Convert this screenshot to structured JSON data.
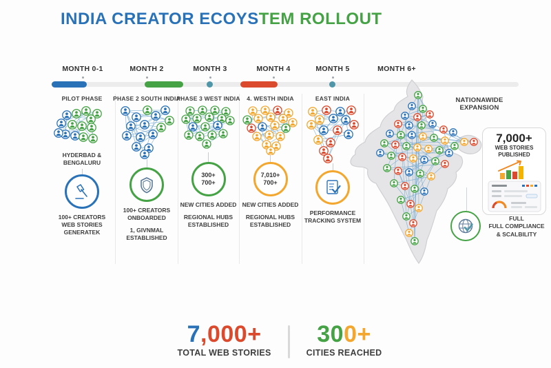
{
  "title": {
    "part_blue": "INDIA CREATOR ECOYS",
    "part_green": "TEM ROLLOUT"
  },
  "colors": {
    "blue": "#2a72b8",
    "green": "#45a245",
    "red": "#dc4a2d",
    "orange": "#f3a72f",
    "teal": "#4f96a8",
    "slate": "#5b7a99",
    "track": "#ececec",
    "edge": "#74a9cf",
    "gray_dot": "#9fa6ab",
    "map_fill": "#e5e5e7",
    "map_stroke": "#cfcfd3",
    "card_border": "#d8d8d8"
  },
  "timeline": {
    "months": [
      {
        "label": "MONTH 0-1"
      },
      {
        "label": "MONTH 2"
      },
      {
        "label": "MONTH 3"
      },
      {
        "label": "MONTH 4"
      },
      {
        "label": "MONTH 5"
      },
      {
        "label": "MONTH 6+"
      }
    ]
  },
  "columns": [
    {
      "phase": "PILOT PHASE",
      "location": "HYDERBAD & BENGALURU",
      "badge_icon": "gavel-icon",
      "caption": "100+ CREATORS WEB STORIES GENERATEK"
    },
    {
      "phase": "PHASE 2 SOUTH INDIA",
      "badge_icon": "shield-icon",
      "caption1": "100+ CREATORS ONBOARDED",
      "caption2": "1, GIVNMAL ESTABLISHED"
    },
    {
      "phase": "PHASE 3 WEST INDIA",
      "badge_line1": "300+",
      "badge_line2": "700+",
      "caption1": "NEW CITIES ADDED",
      "caption2": "REGIONAL HUBS ESTABLISHED"
    },
    {
      "phase": "4. WESTH INDIA",
      "badge_line1": "7,010+",
      "badge_line2": "700+",
      "caption1": "NEW CITIES ADDED",
      "caption2": "REGIONAL HUBS ESTABLISHED"
    },
    {
      "phase": "EAST INDIA",
      "badge_icon": "clipboard-check-icon",
      "caption": "PERFORMANCE TRACKING SYSTEM"
    }
  ],
  "expansion": {
    "header": "NATIONAWIDE EXPANSION",
    "stories_card": {
      "value": "7,000+",
      "label_line1": "WEB STORIES",
      "label_line2": "PUBLISHED"
    },
    "compliance": {
      "line1": "FULL",
      "line2": "FULL COMPLIANCE",
      "line3": "& SCALBILITY"
    }
  },
  "footer": {
    "stat1": {
      "value_part1": "7",
      "value_part2": ",000+",
      "label": "TOTAL WEB STORIES"
    },
    "stat2": {
      "value_part1": "30",
      "value_part2": "0+",
      "label": "CITIES REACHED"
    }
  }
}
